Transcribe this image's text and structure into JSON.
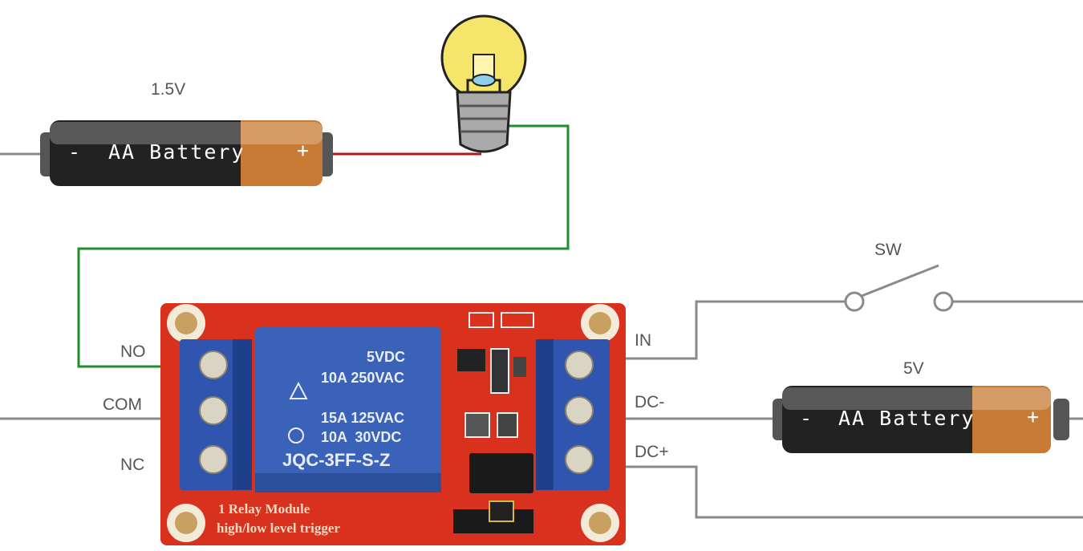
{
  "labels": {
    "battery1_voltage": "1.5V",
    "battery2_voltage": "5V",
    "switch": "SW",
    "relay_no": "NO",
    "relay_com": "COM",
    "relay_nc": "NC",
    "relay_in": "IN",
    "relay_dc_minus": "DC-",
    "relay_dc_plus": "DC+"
  },
  "battery": {
    "name": "AA Battery",
    "minus": "-",
    "plus": "+"
  },
  "relay": {
    "lines": [
      "5VDC",
      "10A 250VAC",
      "15A 125VAC",
      "10A  30VDC",
      "JQC-3FF-S-Z"
    ],
    "board_line1": "1 Relay Module",
    "board_line2": "high/low level trigger"
  },
  "colors": {
    "wire_gray": "#8a8a8a",
    "wire_green": "#1e8f2a",
    "wire_red": "#b01818",
    "pcb": "#d8321e",
    "relay_blue": "#3a62b8",
    "battery_black": "#222222",
    "battery_copper": "#c77b35"
  }
}
